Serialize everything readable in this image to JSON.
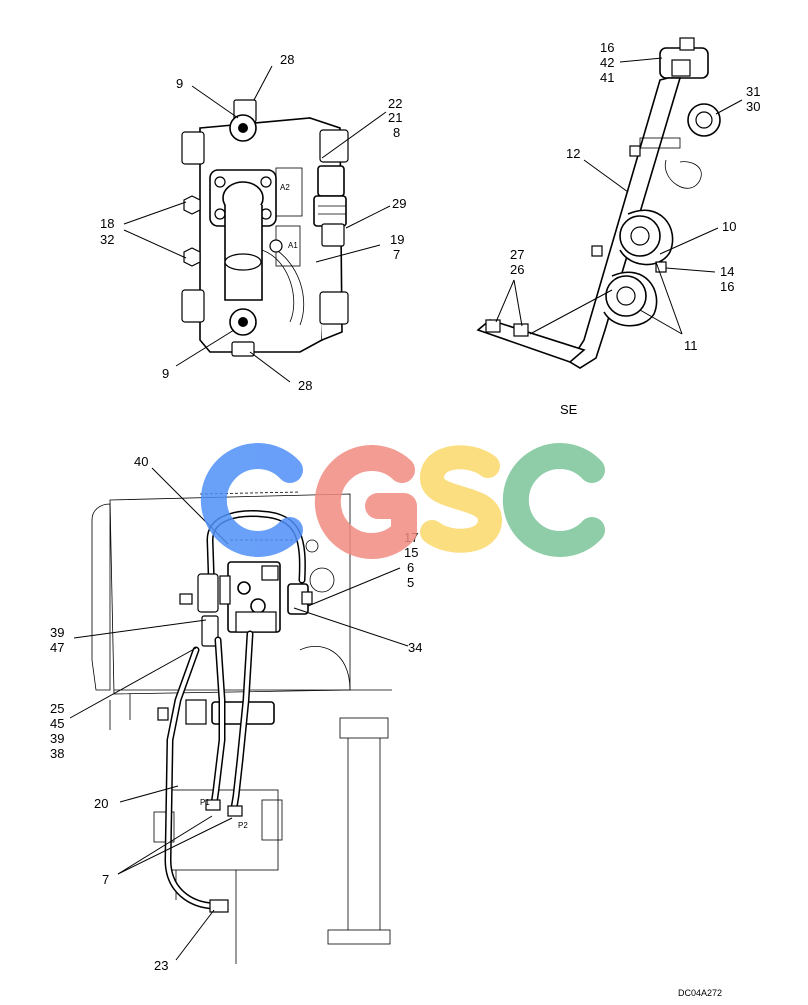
{
  "drawing": {
    "code": "DC04A272",
    "section_label": "SE"
  },
  "watermark": {
    "letters": [
      "C",
      "G",
      "S",
      "C"
    ],
    "colors": [
      "#4f8ff7",
      "#f28b82",
      "#fbd96b",
      "#7cc59a"
    ]
  },
  "labels": {
    "valve_view": [
      "28",
      "9",
      "22",
      "21",
      "8",
      "18",
      "32",
      "29",
      "19",
      "7",
      "9",
      "28"
    ],
    "valve_ports": [
      "A2",
      "A1"
    ],
    "bracket_view": [
      "16",
      "42",
      "41",
      "31",
      "30",
      "12",
      "10",
      "14",
      "16",
      "27",
      "26",
      "11"
    ],
    "assembly_view": [
      "40",
      "17",
      "15",
      "6",
      "5",
      "34",
      "39",
      "47",
      "25",
      "45",
      "39",
      "38",
      "20",
      "7",
      "23"
    ],
    "assembly_ports": [
      "P1",
      "P2"
    ]
  }
}
